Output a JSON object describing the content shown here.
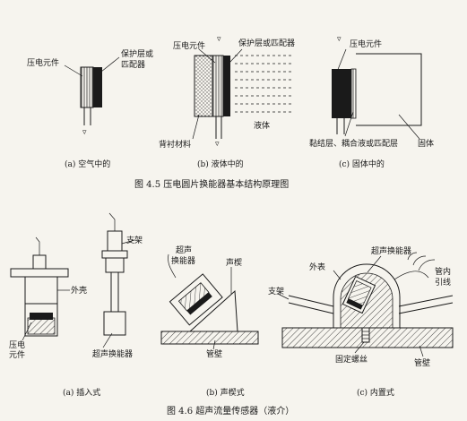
{
  "fig45": {
    "title": "图 4.5   压电圆片换能器基本结构原理图",
    "a": {
      "caption": "(a) 空气中的",
      "piezo_label": "压电元件",
      "protect_label_1": "保护层或",
      "protect_label_2": "匹配器"
    },
    "b": {
      "caption": "(b) 液体中的",
      "piezo_label": "压电元件",
      "protect_label": "保护层或匹配器",
      "liquid_label": "液体",
      "backing_label": "背衬材料"
    },
    "c": {
      "caption": "(c) 固体中的",
      "piezo_label": "压电元件",
      "bond_label": "黏结层、耦合液或匹配层",
      "solid_label": "固体"
    }
  },
  "fig46": {
    "title": "图 4.6   超声流量传感器（液介）",
    "a": {
      "caption": "(a)  插入式",
      "housing_label": "外壳",
      "piezo_label_1": "压电",
      "piezo_label_2": "元件",
      "bracket_label": "支架",
      "transducer_label": "超声换能器"
    },
    "b": {
      "caption": "(b)  声楔式",
      "transducer_label_1": "超声",
      "transducer_label_2": "换能器",
      "wedge_label": "声楔",
      "wall_label": "管壁"
    },
    "c": {
      "caption": "(c)  内置式",
      "shell_label": "外表",
      "transducer_label": "超声换能器",
      "lead_label_1": "管内",
      "lead_label_2": "引线",
      "bracket_label": "支架",
      "screw_label": "固定螺丝",
      "wall_label": "管壁"
    }
  }
}
